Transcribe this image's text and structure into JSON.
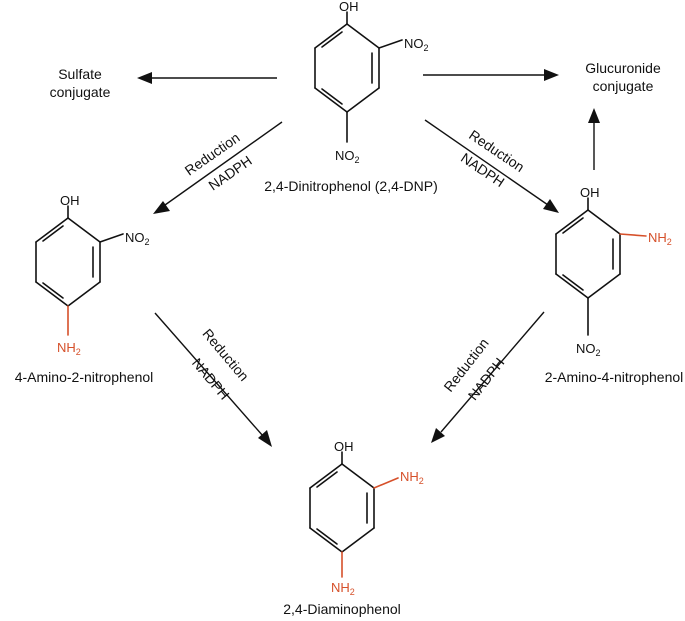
{
  "compounds": {
    "dnp": {
      "name": "2,4-Dinitrophenol (2,4-DNP)",
      "oh": "OH",
      "sub2": {
        "main": "NO",
        "sub": "2"
      },
      "sub4": {
        "main": "NO",
        "sub": "2"
      }
    },
    "amino2nitro": {
      "name": "4-Amino-2-nitrophenol",
      "oh": "OH",
      "sub2": {
        "main": "NO",
        "sub": "2"
      },
      "sub4": {
        "main": "NH",
        "sub": "2"
      }
    },
    "amino4nitro": {
      "name": "2-Amino-4-nitrophenol",
      "oh": "OH",
      "sub2": {
        "main": "NH",
        "sub": "2"
      },
      "sub4": {
        "main": "NO",
        "sub": "2"
      }
    },
    "diamino": {
      "name": "2,4-Diaminophenol",
      "oh": "OH",
      "sub2": {
        "main": "NH",
        "sub": "2"
      },
      "sub4": {
        "main": "NH",
        "sub": "2"
      }
    }
  },
  "products": {
    "sulfate": {
      "line1": "Sulfate",
      "line2": "conjugate"
    },
    "glucuronide": {
      "line1": "Glucuronide",
      "line2": "conjugate"
    }
  },
  "reactions": {
    "top_left": {
      "label": "Reduction",
      "cofactor": "NADPH"
    },
    "top_right": {
      "label": "Reduction",
      "cofactor": "NADPH"
    },
    "bottom_left": {
      "label": "Reduction",
      "cofactor": "NADPH"
    },
    "bottom_right": {
      "label": "Reduction",
      "cofactor": "NADPH"
    }
  },
  "colors": {
    "amino_highlight": "#d6502a",
    "ink": "#111111"
  }
}
